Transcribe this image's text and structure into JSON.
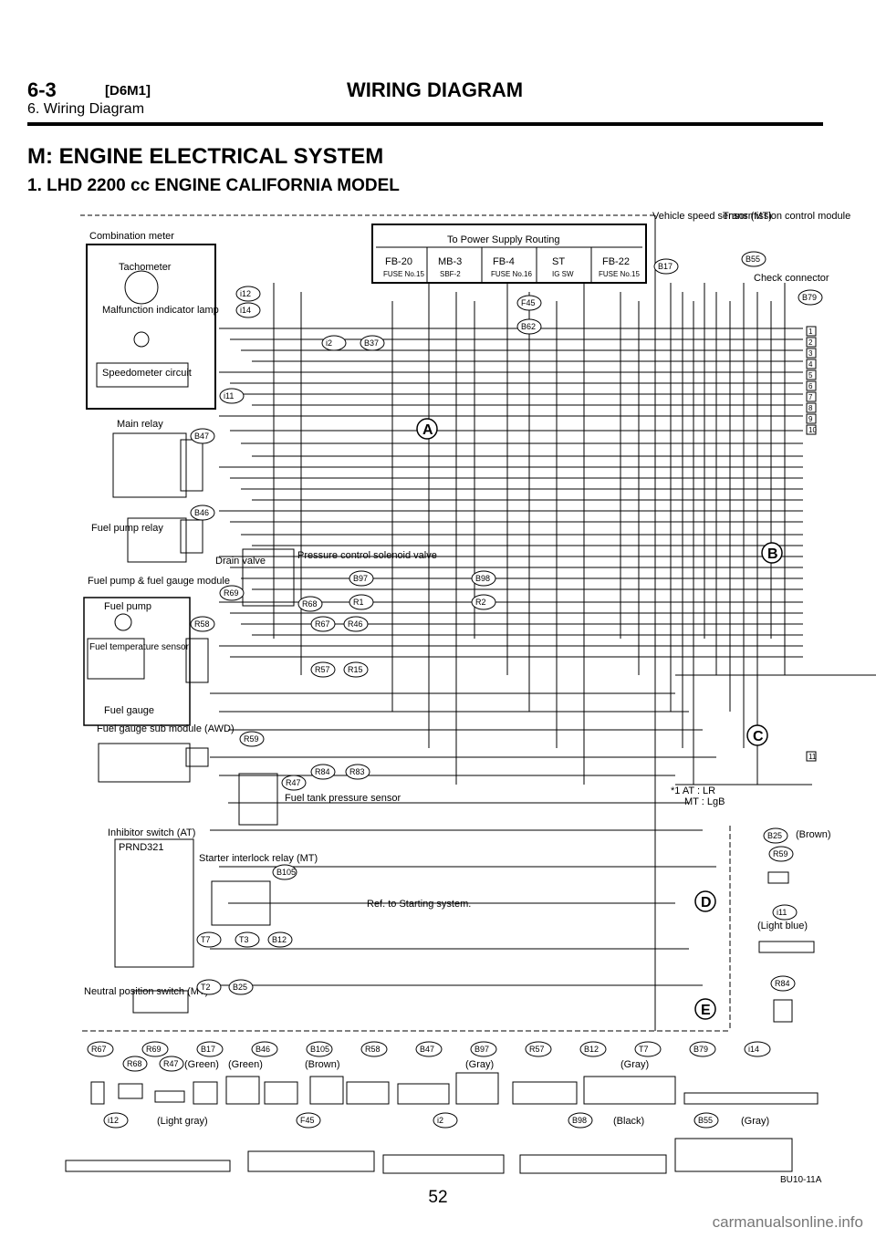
{
  "header": {
    "code": "6-3",
    "model": "[D6M1]",
    "title": "WIRING DIAGRAM",
    "section": "6. Wiring Diagram"
  },
  "main_title": "M: ENGINE ELECTRICAL SYSTEM",
  "sub_title": "1. LHD 2200 cc ENGINE CALIFORNIA MODEL",
  "page_number": "52",
  "watermark": "carmanualsonline.info",
  "diagram": {
    "figure_code": "BU10-11A",
    "power_routing": {
      "title": "To Power Supply Routing",
      "columns": [
        {
          "name": "FB-20",
          "fuse": "FUSE No.15"
        },
        {
          "name": "MB-3",
          "fuse": "SBF-2"
        },
        {
          "name": "FB-4",
          "fuse": "FUSE No.16"
        },
        {
          "name": "ST",
          "fuse": "IG SW"
        },
        {
          "name": "FB-22",
          "fuse": "FUSE No.15"
        }
      ]
    },
    "components": {
      "combination_meter": "Combination meter",
      "tachometer": "Tachometer",
      "malfunction_lamp": "Malfunction indicator lamp",
      "speedometer": "Speedometer circuit",
      "main_relay": "Main relay",
      "fuel_pump_relay": "Fuel pump relay",
      "fuel_pump_gauge_module": "Fuel pump & fuel gauge module",
      "fuel_pump": "Fuel pump",
      "fuel_temp_sensor": "Fuel temperature sensor",
      "fuel_gauge": "Fuel gauge",
      "fuel_gauge_sub": "Fuel gauge sub module (AWD)",
      "drain_valve": "Drain valve",
      "pressure_valve": "Pressure control solenoid valve",
      "fuel_tank_sensor": "Fuel tank pressure sensor",
      "vehicle_speed_sensor": "Vehicle speed sensor (MT)",
      "transmission_module": "Transmission control module",
      "check_connector": "Check connector",
      "inhibitor_switch": "Inhibitor switch (AT)",
      "starter_relay": "Starter interlock relay (MT)",
      "ref_starting": "Ref. to Starting system.",
      "neutral_switch": "Neutral position switch (MT)"
    },
    "note_line1": "*1 AT : LR",
    "note_line2": "MT : LgB",
    "connector_refs": [
      "i12",
      "i14",
      "i2",
      "B37",
      "B47",
      "B46",
      "R69",
      "R68",
      "B97",
      "R1",
      "B98",
      "R2",
      "R67",
      "R46",
      "R58",
      "R57",
      "R15",
      "R59",
      "R47",
      "R84",
      "R83",
      "B105",
      "T7",
      "T3",
      "B12",
      "T2",
      "B25",
      "B17",
      "B55",
      "B79",
      "F45",
      "B62",
      "i11"
    ],
    "ground_markers": [
      "A",
      "B",
      "C",
      "D",
      "E"
    ],
    "inhibitor_positions": "PRND321",
    "legend_row1": [
      "R67",
      "R69",
      "B17",
      "B46",
      "B105",
      "R58",
      "B47",
      "B97",
      "R57",
      "B12",
      "T7",
      "B79",
      "i14"
    ],
    "legend_row2": [
      "R68",
      "R47",
      "(Green)",
      "(Green)",
      "(Brown)",
      "(Gray)",
      "(Gray)"
    ],
    "legend_row3": [
      "i12",
      "(Light gray)",
      "F45",
      "i2",
      "B98",
      "(Black)",
      "B55",
      "(Gray)"
    ],
    "side_legend": [
      {
        "ref": "B25",
        "color": "(Brown)"
      },
      {
        "ref": "R59",
        "color": ""
      },
      {
        "ref": "i11",
        "color": "(Light blue)"
      },
      {
        "ref": "R84",
        "color": ""
      }
    ],
    "terminal_numbers": [
      "1",
      "2",
      "3",
      "4",
      "5",
      "6",
      "7",
      "8",
      "9",
      "10",
      "11"
    ]
  }
}
